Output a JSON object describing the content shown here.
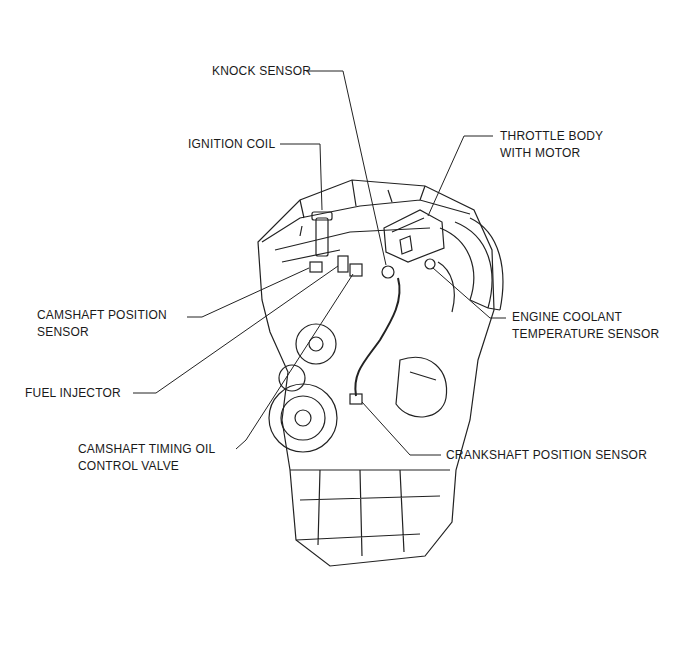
{
  "diagram": {
    "labels": [
      "KNOCK SENSOR",
      "IGNITION COIL",
      "THROTTLE BODY WITH MOTOR",
      "CAMSHAFT POSITION SENSOR",
      "ENGINE COOLANT TEMPERATURE SENSOR",
      "FUEL INJECTOR",
      "CAMSHAFT TIMING OIL CONTROL VALVE",
      "CRANKSHAFT POSITION SENSOR"
    ]
  }
}
